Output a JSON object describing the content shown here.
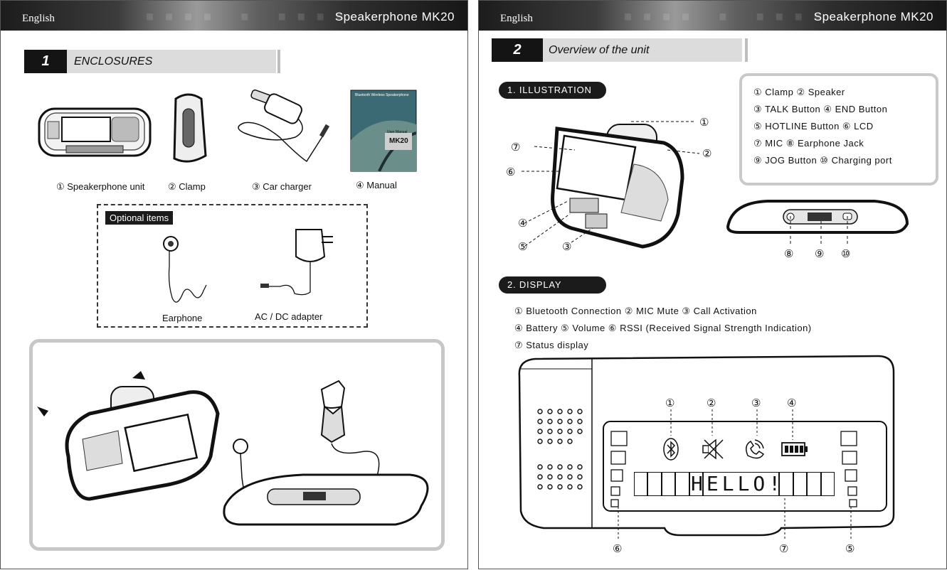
{
  "left_page": {
    "header": {
      "language": "English",
      "title": "Speakerphone MK20"
    },
    "section": {
      "number": "1",
      "title": "ENCLOSURES"
    },
    "items": [
      "① Speakerphone unit",
      "② Clamp",
      "③ Car charger",
      "④ Manual"
    ],
    "manual_cover": {
      "brand": "Bluetooth Wireless Speakerphone",
      "label": "User Manual",
      "model": "MK20"
    },
    "optional": {
      "label": "Optional items",
      "earphone": "Earphone",
      "adapter": "AC / DC adapter"
    }
  },
  "right_page": {
    "header": {
      "language": "English",
      "title": "Speakerphone MK20"
    },
    "section": {
      "number": "2",
      "title": "Overview of the unit"
    },
    "illustration": {
      "pill": "1. ILLUSTRATION",
      "legend": [
        "① Clamp    ② Speaker",
        "③ TALK Button    ④ END Button",
        "⑤ HOTLINE Button    ⑥ LCD",
        "⑦ MIC    ⑧ Earphone Jack",
        "⑨ JOG Button    ⑩ Charging port"
      ],
      "callouts": [
        "①",
        "②",
        "⑦",
        "⑥",
        "④",
        "⑤",
        "③",
        "⑧",
        "⑨",
        "⑩"
      ]
    },
    "display": {
      "pill": "2. DISPLAY",
      "lines": [
        "① Bluetooth Connection   ② MIC Mute   ③ Call Activation",
        "④ Battery   ⑤ Volume   ⑥ RSSI (Received Signal Strength Indication)",
        "⑦ Status display"
      ],
      "lcd_text": "HELLO!",
      "icon_callouts": [
        "①",
        "②",
        "③",
        "④"
      ],
      "bottom_callouts": [
        "⑥",
        "⑦",
        "⑤"
      ]
    }
  }
}
